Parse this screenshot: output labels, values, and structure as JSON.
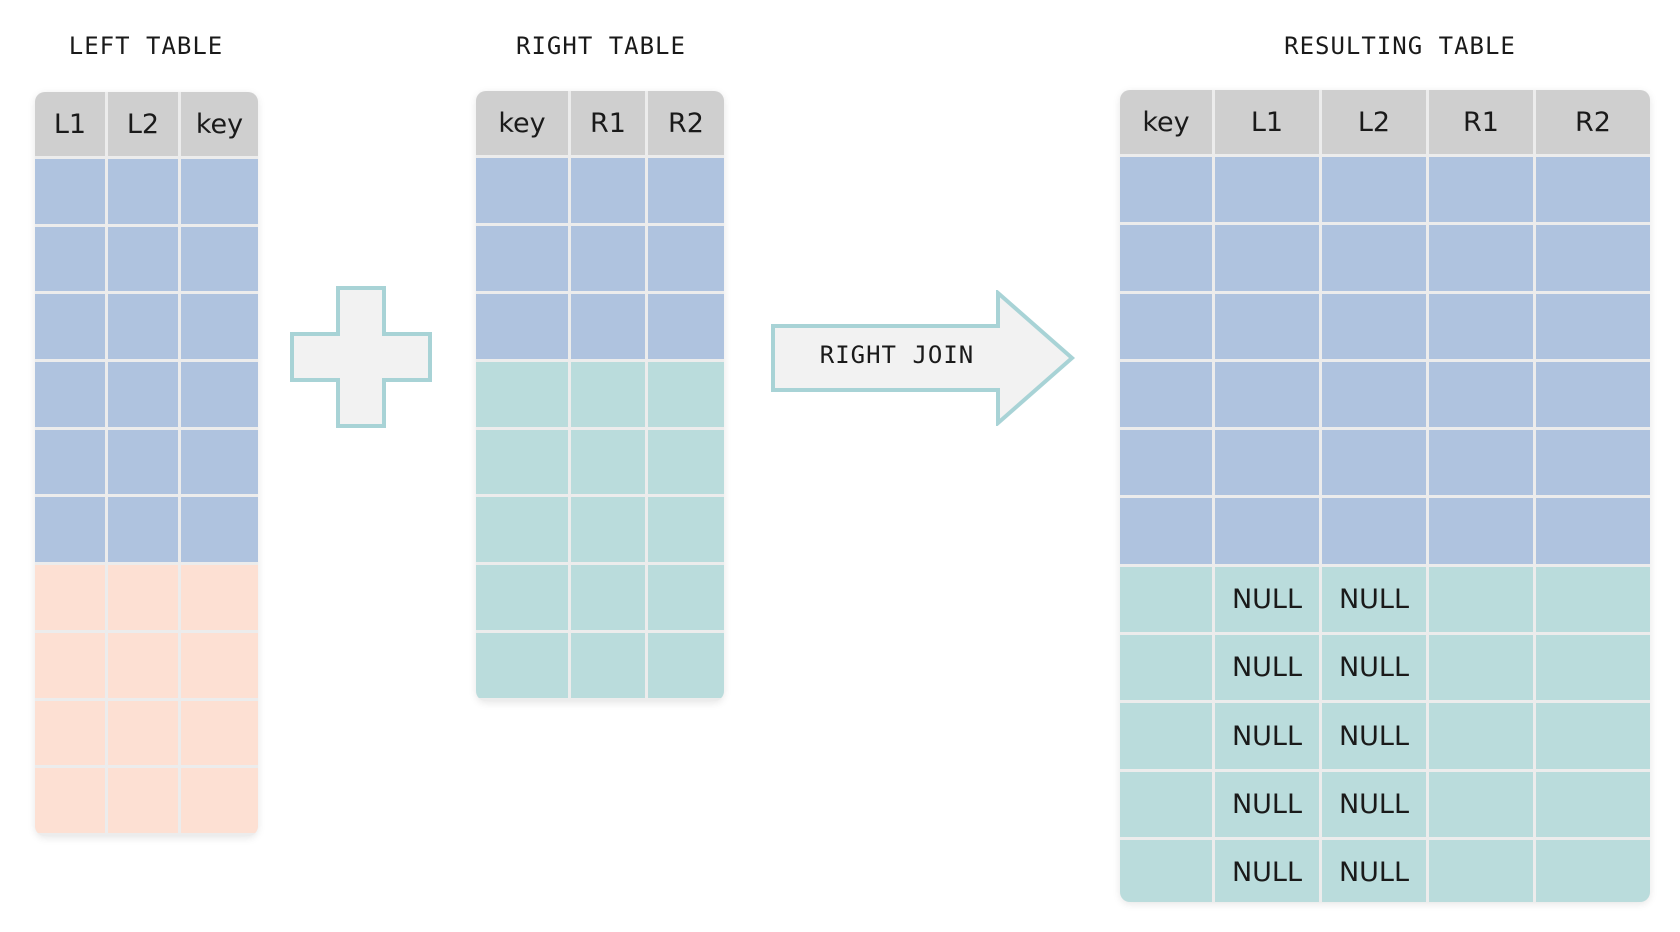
{
  "titles": {
    "left": "LEFT TABLE",
    "right": "RIGHT TABLE",
    "result": "RESULTING TABLE"
  },
  "operation": {
    "label": "RIGHT JOIN",
    "plus_icon": "plus-icon",
    "arrow_icon": "arrow-right-icon"
  },
  "colors": {
    "header": "#cfcfcf",
    "matched": "#afc3df",
    "right_only": "#badcdc",
    "left_only": "#fde0d3",
    "outline": "#a8d3d6",
    "icon_fill": "#f2f2f2"
  },
  "left_table": {
    "headers": [
      "L1",
      "L2",
      "key"
    ],
    "row_groups": [
      "blue",
      "blue",
      "blue",
      "blue",
      "blue",
      "blue",
      "peach",
      "peach",
      "peach",
      "peach"
    ]
  },
  "right_table": {
    "headers": [
      "key",
      "R1",
      "R2"
    ],
    "row_groups": [
      "blue",
      "blue",
      "blue",
      "teal",
      "teal",
      "teal",
      "teal",
      "teal"
    ]
  },
  "result_table": {
    "headers": [
      "key",
      "L1",
      "L2",
      "R1",
      "R2"
    ],
    "rows": [
      {
        "group": "blue",
        "cells": [
          "",
          "",
          "",
          "",
          ""
        ]
      },
      {
        "group": "blue",
        "cells": [
          "",
          "",
          "",
          "",
          ""
        ]
      },
      {
        "group": "blue",
        "cells": [
          "",
          "",
          "",
          "",
          ""
        ]
      },
      {
        "group": "blue",
        "cells": [
          "",
          "",
          "",
          "",
          ""
        ]
      },
      {
        "group": "blue",
        "cells": [
          "",
          "",
          "",
          "",
          ""
        ]
      },
      {
        "group": "blue",
        "cells": [
          "",
          "",
          "",
          "",
          ""
        ]
      },
      {
        "group": "teal",
        "cells": [
          "",
          "NULL",
          "NULL",
          "",
          ""
        ]
      },
      {
        "group": "teal",
        "cells": [
          "",
          "NULL",
          "NULL",
          "",
          ""
        ]
      },
      {
        "group": "teal",
        "cells": [
          "",
          "NULL",
          "NULL",
          "",
          ""
        ]
      },
      {
        "group": "teal",
        "cells": [
          "",
          "NULL",
          "NULL",
          "",
          ""
        ]
      },
      {
        "group": "teal",
        "cells": [
          "",
          "NULL",
          "NULL",
          "",
          ""
        ]
      }
    ]
  }
}
